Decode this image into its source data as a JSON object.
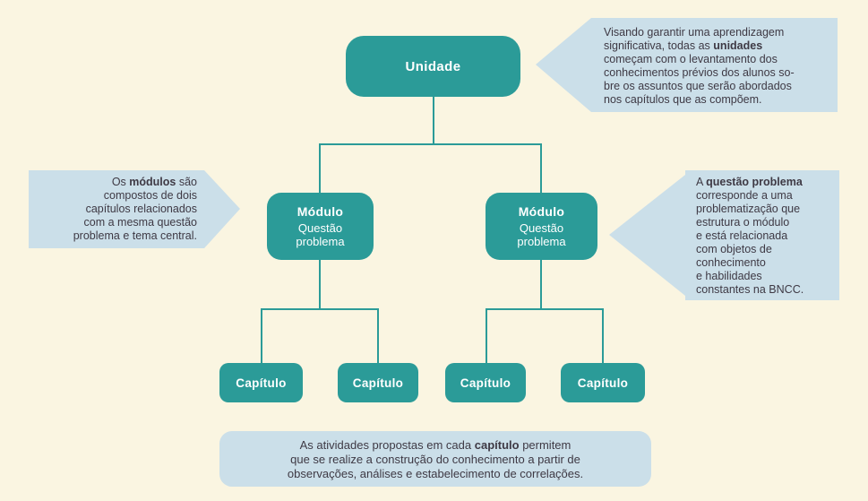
{
  "diagram": {
    "colors": {
      "background": "#FAF5E1",
      "node_fill": "#2B9B98",
      "node_text": "#FFFFFF",
      "connector": "#2B9B98",
      "callout_fill": "#CBDFE9",
      "callout_text": "#3E3944"
    },
    "unidade_node": {
      "label": "Unidade"
    },
    "modules": [
      {
        "title": "Módulo",
        "subtitle": "Questão\nproblema"
      },
      {
        "title": "Módulo",
        "subtitle": "Questão\nproblema"
      }
    ],
    "chapters": [
      "Capítulo",
      "Capítulo",
      "Capítulo",
      "Capítulo"
    ],
    "callouts": {
      "unidade_note": {
        "segments": [
          {
            "t": "Visando garantir uma aprendizagem\nsignificativa, todas as "
          },
          {
            "t": "unidades",
            "b": true
          },
          {
            "t": "\ncomeçam com o levantamento dos\nconhecimentos prévios dos alunos so-\nbre os assuntos que serão abordados\nnos capítulos que as compõem."
          }
        ]
      },
      "modulos_note": {
        "segments": [
          {
            "t": "Os "
          },
          {
            "t": "módulos",
            "b": true
          },
          {
            "t": " são\ncompostos de dois\ncapítulos relacionados\ncom a mesma questão\nproblema e tema central."
          }
        ]
      },
      "questao_note": {
        "segments": [
          {
            "t": "A "
          },
          {
            "t": "questão problema",
            "b": true
          },
          {
            "t": "\ncorresponde a uma\nproblematização que\nestrutura o módulo\ne está relacionada\ncom objetos de\nconhecimento\ne habilidades\nconstantes na BNCC."
          }
        ]
      },
      "capitulo_note": {
        "segments": [
          {
            "t": "As atividades propostas em cada "
          },
          {
            "t": "capítulo",
            "b": true
          },
          {
            "t": " permitem\nque se realize a construção do conhecimento a partir de\nobservações, análises e estabelecimento de correlações."
          }
        ]
      }
    }
  }
}
